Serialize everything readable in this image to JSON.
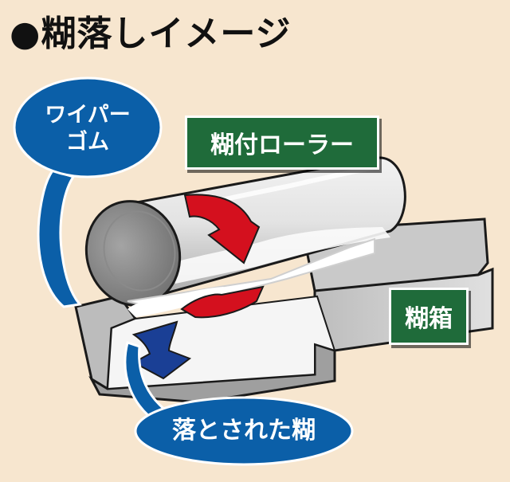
{
  "title": "●糊落しイメージ",
  "labels": {
    "roller": "糊付ローラー",
    "paste_box": "糊箱",
    "wiper_line1": "ワイパー",
    "wiper_line2": "ゴム",
    "fallen_paste": "落とされた糊"
  },
  "colors": {
    "background": "#f7e6cf",
    "label_green": "#1f6b3a",
    "bubble_blue": "#0b5fa8",
    "arrow_red": "#d4101e",
    "arrow_blue": "#1a3f95",
    "roller_gray": "#d9d9d9",
    "box_gray": "#c4c4c4"
  }
}
